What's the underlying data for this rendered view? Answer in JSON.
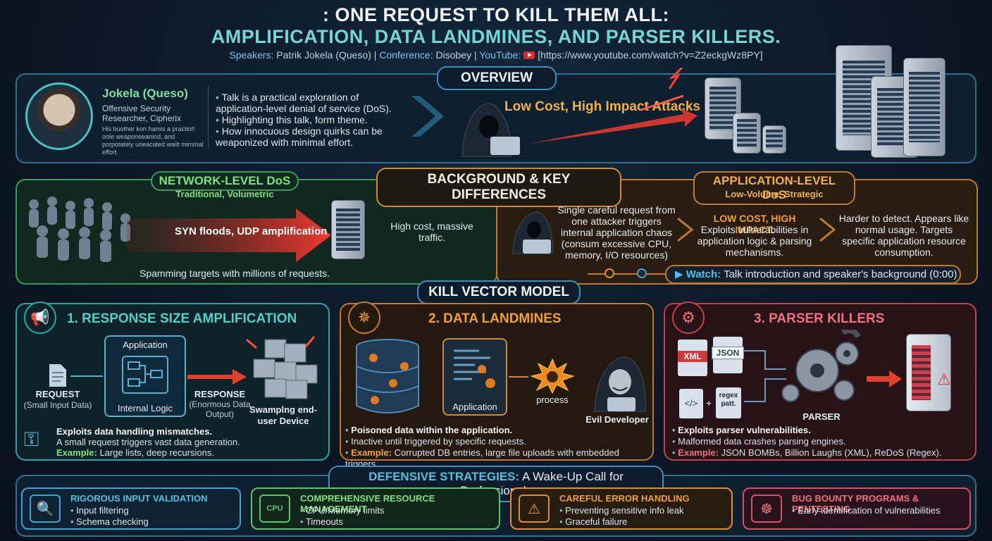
{
  "header": {
    "title_line1": ": ONE REQUEST TO KILL THEM ALL:",
    "title_line2": "AMPLIFICATION, DATA LANDMINES, AND PARSER KILLERS.",
    "speakers_label": "Speakers:",
    "speakers_value": "Patrik Jokela (Queso)",
    "conference_label": "Conference:",
    "conference_value": "Disobey",
    "youtube_label": "YouTube:",
    "youtube_url": "[https://www.youtube.com/watch?v=Z2eckgWz8PY]"
  },
  "overview": {
    "label": "OVERVIEW",
    "speaker_name": "Jokela (Queso)",
    "speaker_role": "Offensive Security Researcher, Cipherix",
    "speaker_blurb": "His buother kon hamis a practiot! oole weaponeeanind, and porpotately uoeacated wailt mimmal effort.",
    "bullets": [
      "Talk is a practical exploration of application-level denial of service (DoS).",
      "Highlighting this talk, form theme.",
      "How innocuous design quirks can be weaponized with minimal effort."
    ],
    "attack_caption": "Low Cost, High Impact Attacks"
  },
  "background": {
    "label": "BACKGROUND & KEY DIFFERENCES",
    "network_title": "NETWORK-LEVEL DoS",
    "network_subtitle": "Traditional, Volumetric",
    "network_flood": "SYN floods, UDP amplification",
    "network_cost": "High cost, massive traffic.",
    "network_caption": "Spamming targets with millions of requests.",
    "app_title": "APPLICATION-LEVEL DoS",
    "app_subtitle": "Low-Volume, Strategic",
    "app_col1": "Single careful request from one attacker triggers internal application chaos (consum excessive CPU, memory, I/O resources)",
    "app_col2_head": "LOW COST, HIGH IMPACT.",
    "app_col2": "Exploits vulnerabilities in application logic & parsing mechanisms.",
    "app_col3": "Harder to detect. Appears like normal usage. Targets specific application resource consumption.",
    "watch_label": "Watch:",
    "watch_text": "Talk introduction and speaker's background (0:00)"
  },
  "kill_vector": {
    "label": "KILL VECTOR MODEL",
    "v1": {
      "title": "1. RESPONSE SIZE AMPLIFICATION",
      "request": "REQUEST",
      "request_sub": "(Small Input Data)",
      "application": "Application",
      "internal": "Internal Logic",
      "response": "RESPONSE",
      "response_sub": "(Enormous Data Output)",
      "device": "Swamplng end-user Device",
      "exploit": "Exploits data handling mismatches.",
      "detail": "A small request triggers vast data generation.",
      "example_label": "Example:",
      "example": "Large lists, deep recursions."
    },
    "v2": {
      "title": "2. DATA LANDMINES",
      "application": "Application",
      "process": "process",
      "developer": "Evil Developer",
      "b1": "Poisoned data within the application.",
      "b2": "Inactive until triggered by specific requests.",
      "example_label": "Example:",
      "example": "Corrupted DB entries, large file uploads with embedded triggers."
    },
    "v3": {
      "title": "3. PARSER KILLERS",
      "xml": "XML",
      "json": "JSON",
      "regex": "regex patt.",
      "parser": "PARSER",
      "b1": "Exploits parser vulnerabilities.",
      "b2": "Malformed data crashes parsing engines.",
      "example_label": "Example:",
      "example": "JSON BOMBs, Billion Laughs (XML), ReDoS (Regex)."
    }
  },
  "defense": {
    "label_bold": "DEFENSIVE STRATEGIES:",
    "label_rest": "A Wake-Up Call for Professionals",
    "cards": [
      {
        "title": "RIGOROUS INPUT VALIDATION",
        "items": [
          "Input filtering",
          "Schema checking"
        ],
        "color": "#3aa6d8"
      },
      {
        "title": "COMPREHENSIVE RESOURCE MANAGEMENT",
        "items": [
          "CPU/Memory limits",
          "Timeouts"
        ],
        "color": "#5cc46a"
      },
      {
        "title": "CAREFUL ERROR HANDLING",
        "items": [
          "Preventing sensitive info leak",
          "Graceful failure"
        ],
        "color": "#e0902a"
      },
      {
        "title": "BUG BOUNTY PROGRAMS & PENTESTING",
        "items": [
          "Early identification of vulnerabilities"
        ],
        "color": "#d9506a"
      }
    ],
    "cpu_label": "CPU"
  }
}
